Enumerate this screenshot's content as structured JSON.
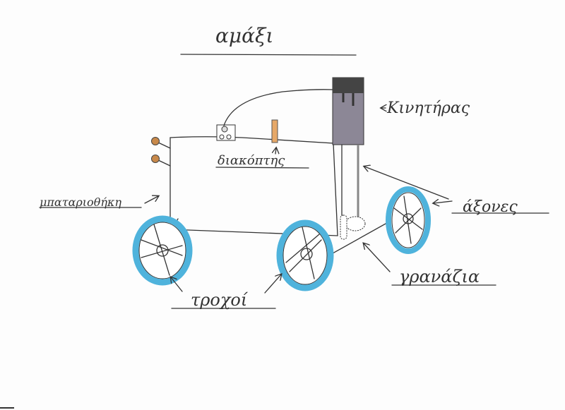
{
  "title": "αμάξι",
  "labels": {
    "motor": "Κινητήρας",
    "switch": "διακόπτης",
    "battery_holder": "μπαταριοθήκη",
    "axles": "άξονες",
    "gears": "γρανάζια",
    "wheels": "τροχοί"
  },
  "colors": {
    "wheel_tire": "#4fb3dc",
    "motor": "#8c8796",
    "switch_peg": "#e6a868",
    "terminal": "#c8894a",
    "ink": "#333333"
  }
}
